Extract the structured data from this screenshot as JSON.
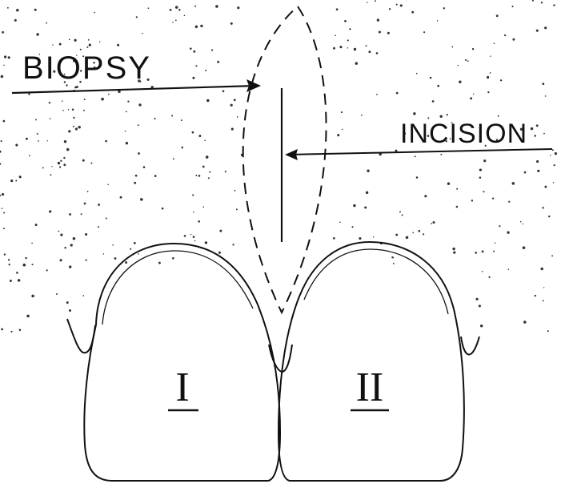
{
  "labels": {
    "biopsy": "BIOPSY",
    "incision": "INCISION"
  },
  "teeth": [
    {
      "numeral": "I"
    },
    {
      "numeral": "II"
    }
  ],
  "colors": {
    "ink": "#111111",
    "background": "#ffffff",
    "stipple": "#333333"
  }
}
